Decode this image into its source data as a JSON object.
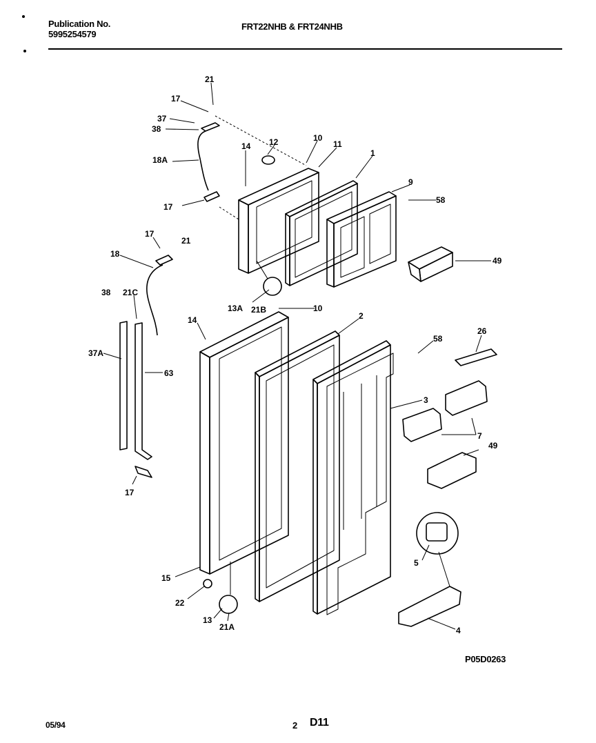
{
  "header": {
    "publication_label": "Publication No.",
    "publication_number": "5995254579",
    "model_title": "FRT22NHB & FRT24NHB"
  },
  "figure_code": "P05D0263",
  "footer": {
    "date": "05/94",
    "page_number": "2",
    "section_code": "D11"
  },
  "callouts": [
    "21",
    "17",
    "37",
    "38",
    "18A",
    "14",
    "12",
    "10",
    "11",
    "1",
    "9",
    "58",
    "17",
    "17",
    "21",
    "18",
    "49",
    "38",
    "21C",
    "13A",
    "21B",
    "10",
    "14",
    "2",
    "58",
    "26",
    "37A",
    "63",
    "3",
    "7",
    "49",
    "17",
    "5",
    "15",
    "22",
    "13",
    "21A",
    "4"
  ]
}
